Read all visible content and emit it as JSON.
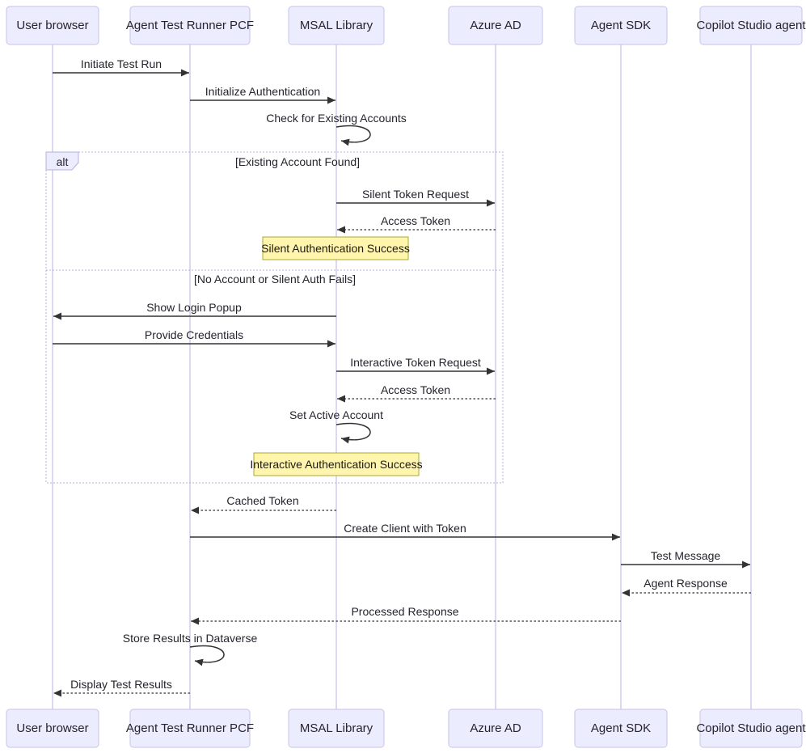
{
  "diagram_type": "sequence",
  "colors": {
    "background": "#ffffff",
    "actor-fill": "#ececff",
    "actor-stroke": "#c9c2ea",
    "lifeline": "#d2cbee",
    "signal": "#333333",
    "text": "#26232d",
    "note-fill": "#fff5ad",
    "note-stroke": "#aaaa33",
    "frame-stroke": "#b6b0da",
    "frame-label-fill": "#ececff"
  },
  "participants": [
    {
      "label": "User browser"
    },
    {
      "label": "Agent Test Runner PCF"
    },
    {
      "label": "MSAL Library"
    },
    {
      "label": "Azure AD"
    },
    {
      "label": "Agent SDK"
    },
    {
      "label": "Copilot Studio agent"
    }
  ],
  "alt_frame": {
    "label": "alt",
    "guards": [
      "[Existing Account Found]",
      "[No Account or Silent Auth Fails]"
    ]
  },
  "notes": [
    {
      "text": "Silent Authentication Success",
      "over": "MSAL Library"
    },
    {
      "text": "Interactive Authentication Success",
      "over": "MSAL Library"
    }
  ],
  "messages": [
    {
      "label": "Initiate Test Run",
      "from": "User browser",
      "to": "Agent Test Runner PCF",
      "line": "solid",
      "kind": "message"
    },
    {
      "label": "Initialize Authentication",
      "from": "Agent Test Runner PCF",
      "to": "MSAL Library",
      "line": "solid",
      "kind": "message"
    },
    {
      "label": "Check for Existing Accounts",
      "from": "MSAL Library",
      "to": "MSAL Library",
      "line": "solid",
      "kind": "self"
    },
    {
      "label": "Silent Token Request",
      "from": "MSAL Library",
      "to": "Azure AD",
      "line": "solid",
      "kind": "message"
    },
    {
      "label": "Access Token",
      "from": "Azure AD",
      "to": "MSAL Library",
      "line": "dashed",
      "kind": "message"
    },
    {
      "label": "Show Login Popup",
      "from": "MSAL Library",
      "to": "User browser",
      "line": "solid",
      "kind": "message"
    },
    {
      "label": "Provide Credentials",
      "from": "User browser",
      "to": "MSAL Library",
      "line": "solid",
      "kind": "message"
    },
    {
      "label": "Interactive Token Request",
      "from": "MSAL Library",
      "to": "Azure AD",
      "line": "solid",
      "kind": "message"
    },
    {
      "label": "Access Token",
      "from": "Azure AD",
      "to": "MSAL Library",
      "line": "dashed",
      "kind": "message"
    },
    {
      "label": "Set Active Account",
      "from": "MSAL Library",
      "to": "MSAL Library",
      "line": "solid",
      "kind": "self"
    },
    {
      "label": "Cached Token",
      "from": "MSAL Library",
      "to": "Agent Test Runner PCF",
      "line": "dashed",
      "kind": "message"
    },
    {
      "label": "Create Client with Token",
      "from": "Agent Test Runner PCF",
      "to": "Agent SDK",
      "line": "solid",
      "kind": "message"
    },
    {
      "label": "Test Message",
      "from": "Agent SDK",
      "to": "Copilot Studio agent",
      "line": "solid",
      "kind": "message"
    },
    {
      "label": "Agent Response",
      "from": "Copilot Studio agent",
      "to": "Agent SDK",
      "line": "dashed",
      "kind": "message"
    },
    {
      "label": "Processed Response",
      "from": "Agent SDK",
      "to": "Agent Test Runner PCF",
      "line": "dashed",
      "kind": "message"
    },
    {
      "label": "Store Results in Dataverse",
      "from": "Agent Test Runner PCF",
      "to": "Agent Test Runner PCF",
      "line": "solid",
      "kind": "self"
    },
    {
      "label": "Display Test Results",
      "from": "Agent Test Runner PCF",
      "to": "User browser",
      "line": "dashed",
      "kind": "message"
    }
  ]
}
